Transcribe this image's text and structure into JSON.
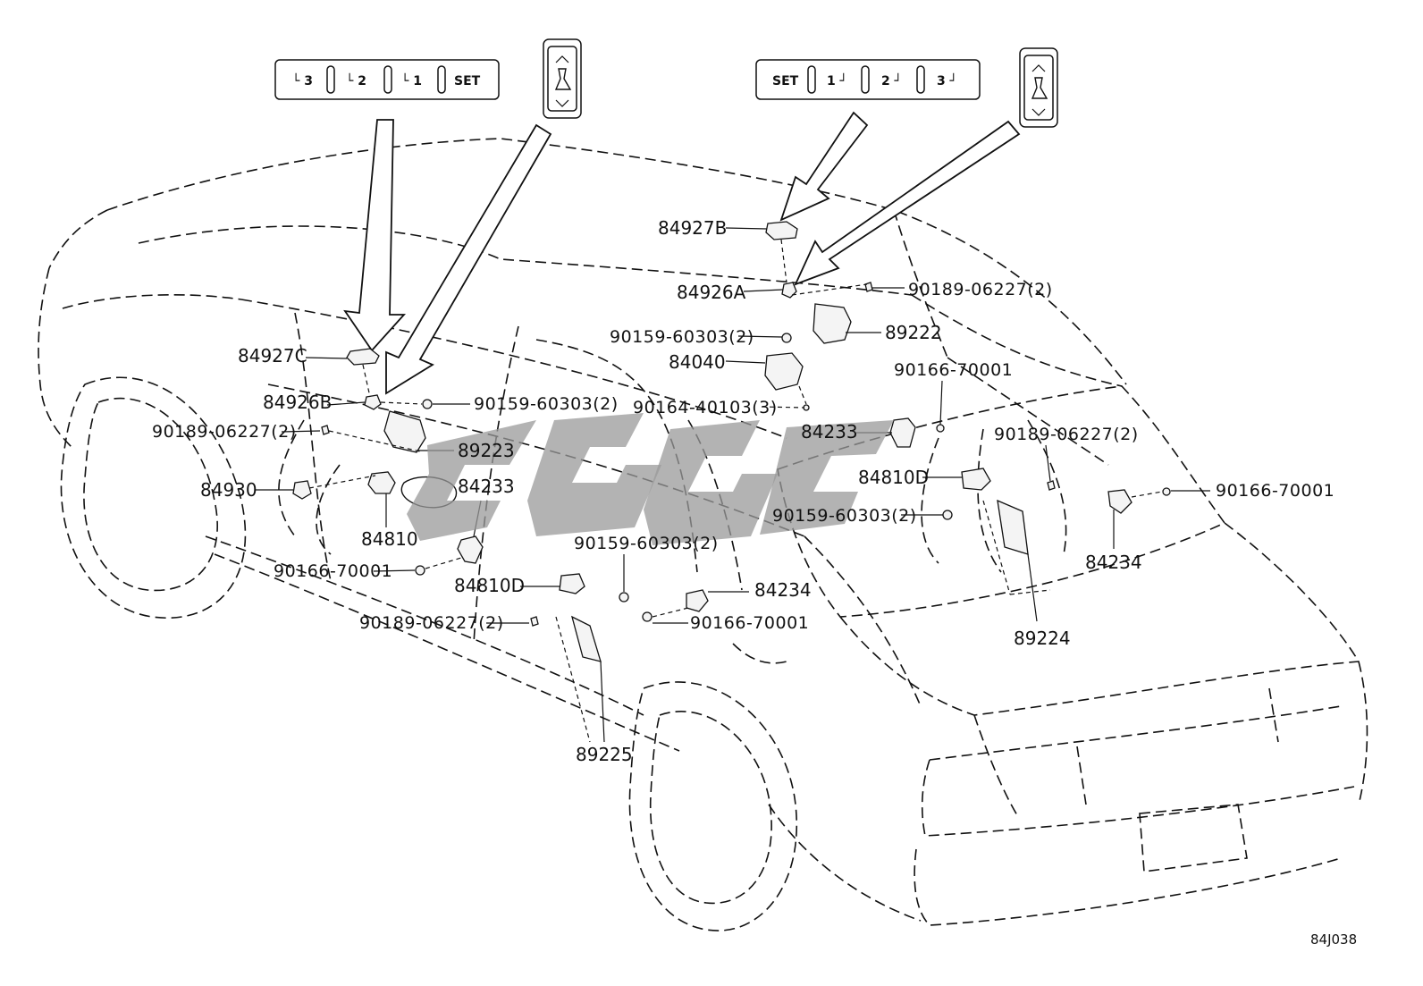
{
  "switch_left": {
    "buttons": [
      "└ 3",
      "└ 2",
      "└ 1",
      "SET"
    ]
  },
  "switch_right": {
    "buttons": [
      "SET",
      "1 ┘",
      "2 ┘",
      "3 ┘"
    ]
  },
  "callouts": {
    "p84927B": "84927B",
    "p84926A": "84926A",
    "p90189_tr": "90189-06227(2)",
    "p89222": "89222",
    "p90159_tc": "90159-60303(2)",
    "p84040": "84040",
    "p90166_tr": "90166-70001",
    "p90164": "90164-40103(3)",
    "p84233_r": "84233",
    "p90189_r": "90189-06227(2)",
    "p84810D_r": "84810D",
    "p90166_fr": "90166-70001",
    "p90159_r": "90159-60303(2)",
    "p84234_r": "84234",
    "p89224": "89224",
    "p84927C": "84927C",
    "p84926B": "84926B",
    "p90159_l": "90159-60303(2)",
    "p90189_l": "90189-06227(2)",
    "p89223": "89223",
    "p84930": "84930",
    "p84233_l": "84233",
    "p84810": "84810",
    "p90166_l": "90166-70001",
    "p90159_c": "90159-60303(2)",
    "p84810D_l": "84810D",
    "p84234_c": "84234",
    "p90189_c": "90189-06227(2)",
    "p90166_c": "90166-70001",
    "p89225": "89225"
  },
  "diagram_ref": "84J038"
}
